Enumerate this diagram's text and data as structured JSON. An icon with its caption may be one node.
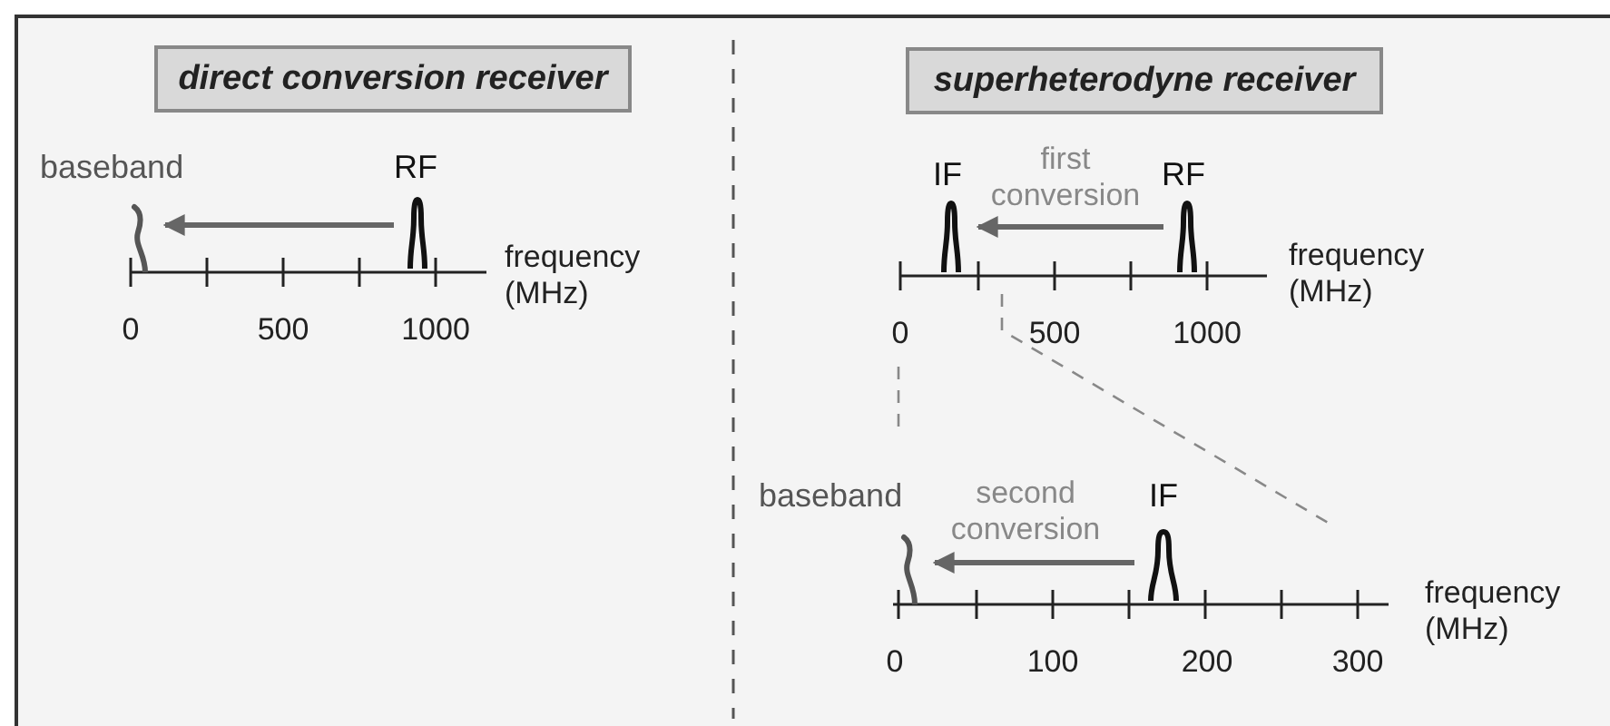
{
  "diagram": {
    "nodes": [
      {
        "text": [
          "direct conversion receiver"
        ]
      },
      {
        "text": [
          "superheterodyne receiver"
        ]
      },
      {
        "text": [],
        "shape": "curve",
        "beside": [
          "baseband"
        ]
      },
      {
        "text": [],
        "shape": "curve",
        "beside": [
          "RF"
        ]
      },
      {
        "text": [],
        "shape": "curve",
        "beside": [
          "IF"
        ]
      },
      {
        "text": [],
        "shape": "curve",
        "beside": [
          "RF"
        ]
      },
      {
        "text": [],
        "shape": "curve",
        "beside": [
          "baseband"
        ]
      },
      {
        "text": [],
        "shape": "curve",
        "beside": [
          "IF"
        ]
      }
    ],
    "edges": [
      {
        "from": 3,
        "to": 2,
        "arrow": "to"
      },
      {
        "from": 5,
        "to": 4,
        "arrow": "to",
        "label": "first conversion"
      },
      {
        "from": 7,
        "to": 6,
        "arrow": "to",
        "label": "second conversion"
      }
    ],
    "labels": [
      "frequency (MHz)",
      "0",
      "500",
      "1000",
      "frequency (MHz)",
      "0",
      "500",
      "1000",
      "frequency (MHz)",
      "0",
      "100",
      "200",
      "300"
    ]
  }
}
